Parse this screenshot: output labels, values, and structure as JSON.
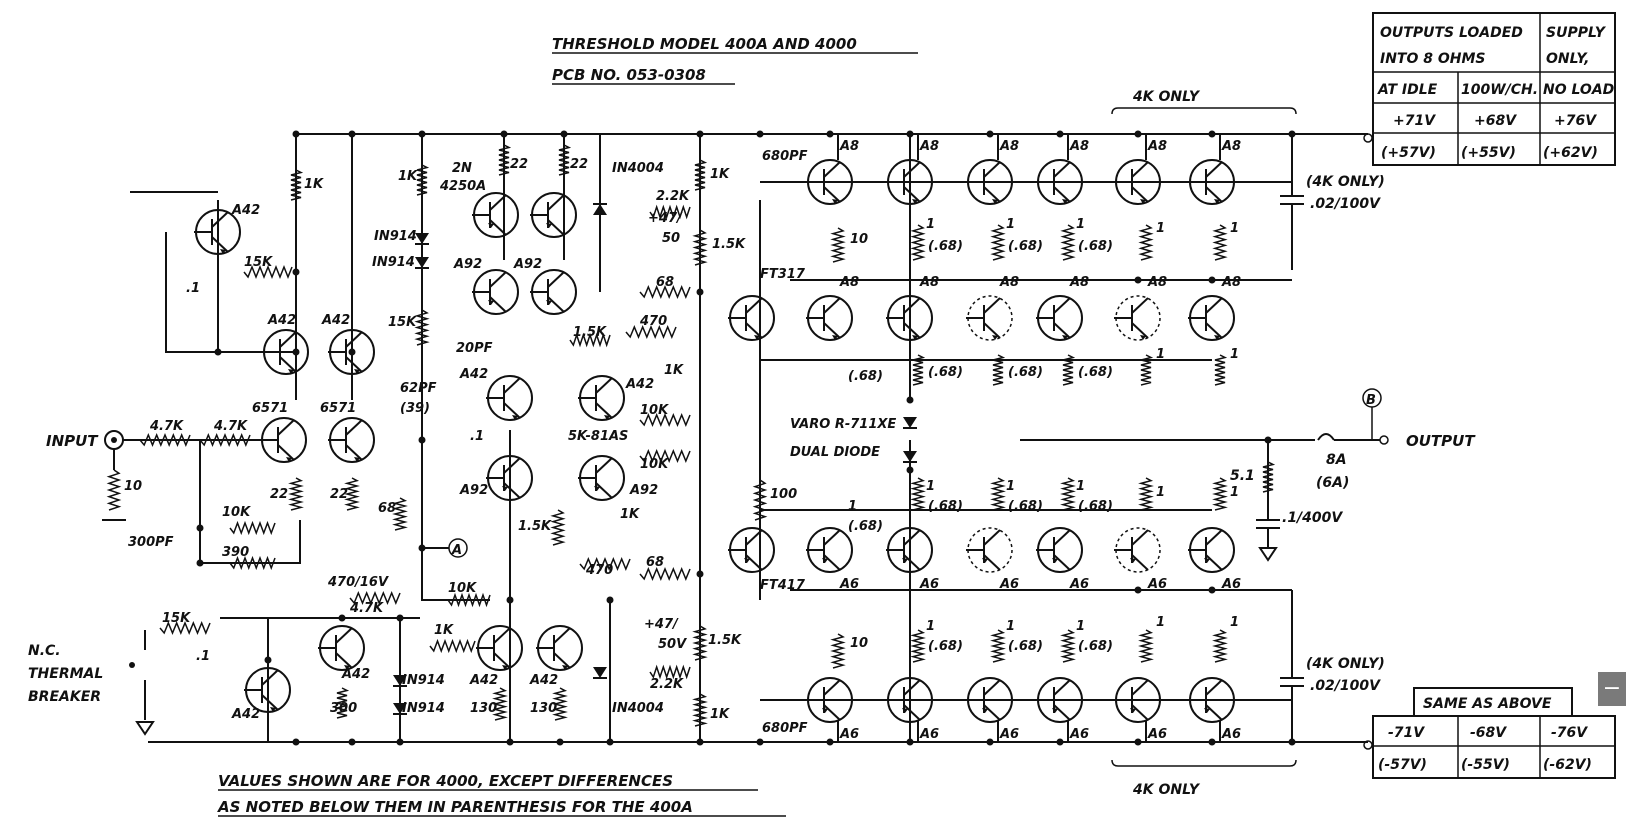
{
  "title": "THRESHOLD   MODEL 400A AND 4000",
  "pcb": "PCB NO. 053-0308",
  "footnote1": "VALUES SHOWN ARE FOR 4000, EXCEPT DIFFERENCES",
  "footnote2": "AS NOTED BELOW THEM IN PARENTHESIS FOR THE 400A",
  "top_table": {
    "header1": "OUTPUTS LOADED",
    "header1b": "INTO 8 OHMS",
    "header2": "SUPPLY",
    "header2b": "ONLY,",
    "cols": [
      "AT IDLE",
      "100W/CH.",
      "NO LOAD"
    ],
    "row1": [
      "+71V",
      "+68V",
      "+76V"
    ],
    "row2": [
      "(+57V)",
      "(+55V)",
      "(+62V)"
    ]
  },
  "bottom_table": {
    "header": "SAME AS ABOVE",
    "row1": [
      "-71V",
      "-68V",
      "-76V"
    ],
    "row2": [
      "(-57V)",
      "(-55V)",
      "(-62V)"
    ]
  },
  "labels": {
    "input": "INPUT",
    "output": "OUTPUT",
    "thermal1": "N.C.",
    "thermal2": "THERMAL",
    "thermal3": "BREAKER",
    "four_k_only": "4K ONLY",
    "varo1": "VARO R-711XE",
    "varo2": "DUAL DIODE",
    "fuse": "8A",
    "fuse_alt": "(6A)",
    "node_a": "A",
    "node_b": "B",
    "cap_top": "(4K ONLY)",
    "cap_top_v": ".02/100V",
    "cap_bot": "(4K ONLY)",
    "cap_bot_v": ".02/100V",
    "zobel_r": "5.1",
    "zobel_c": ".1/400V",
    "ft317": "FT317",
    "ft417": "FT417",
    "transistor_2n": "2N",
    "transistor_4250": "4250A"
  },
  "components": {
    "r_1k_a": "1K",
    "r_1k_b": "1K",
    "r_22a": "22",
    "r_22b": "22",
    "d_in4004_top": "IN4004",
    "r_1k_c": "1K",
    "c_680_top": "680PF",
    "r_22k_top": "2.2K",
    "c_47_top": "+47/",
    "c_47_top_v": "50",
    "r_15k_top": "1.5K",
    "d_in914a": "IN914",
    "d_in914b": "IN914",
    "t_a42_top": "A42",
    "r_15k_bias": "15K",
    "c_1_left": ".1",
    "t_a92_1": "A92",
    "t_a92_2": "A92",
    "r_68_top": "68",
    "r_470_top": "470",
    "r_15k_b": "1.5K",
    "r_1k_t": "1K",
    "t_a42_1": "A42",
    "t_a42_2": "A42",
    "r_15k_c": "15K",
    "c_20pf": "20PF",
    "c_62pf": "62PF",
    "c_62pf_alt": "(39)",
    "t_a42_3": "A42",
    "t_a42_4": "A42",
    "r_10k_top": "10K",
    "pot": "5K-81AS",
    "r_10k_b": "10K",
    "t_a92_3": "A92",
    "t_a92_4": "A92",
    "t_6571a": "6571",
    "t_6571b": "6571",
    "r_47k_a": "4.7K",
    "r_47k_b": "4.7K",
    "r_10": "10",
    "r_22c": "22",
    "r_22d": "22",
    "r_68b": "68",
    "c_1_mid": ".1",
    "r_10k_c": "10K",
    "c_300pf": "300PF",
    "r_390": "390",
    "c_470": "470/16V",
    "r_15k_d": "1.5K",
    "r_470_bot": "470",
    "r_68_bot": "68",
    "r_1k_u": "1K",
    "r_10k_d": "10K",
    "r_47k_c": "4.7K",
    "r_15k_e": "15K",
    "c_1_bot": ".1",
    "t_a42_5": "A42",
    "t_a42_6": "A42",
    "r_300": "300",
    "d_in914c": "IN914",
    "d_in914d": "IN914",
    "r_1k_v": "1K",
    "t_a42_7": "A42",
    "t_a42_8": "A42",
    "r_130a": "130",
    "r_130b": "130",
    "c_47_bot": "+47/",
    "c_47_bot_v": "50V",
    "r_15k_f": "1.5K",
    "r_22k_bot": "2.2K",
    "d_in4004_bot": "IN4004",
    "r_1k_w": "1K",
    "c_680_bot": "680PF",
    "r_10_top": "10",
    "r_100": "100",
    "r_10_bot": "10",
    "t_a8": "A8",
    "t_a6": "A6",
    "r_1": "1",
    "r_068": "(.68)"
  }
}
